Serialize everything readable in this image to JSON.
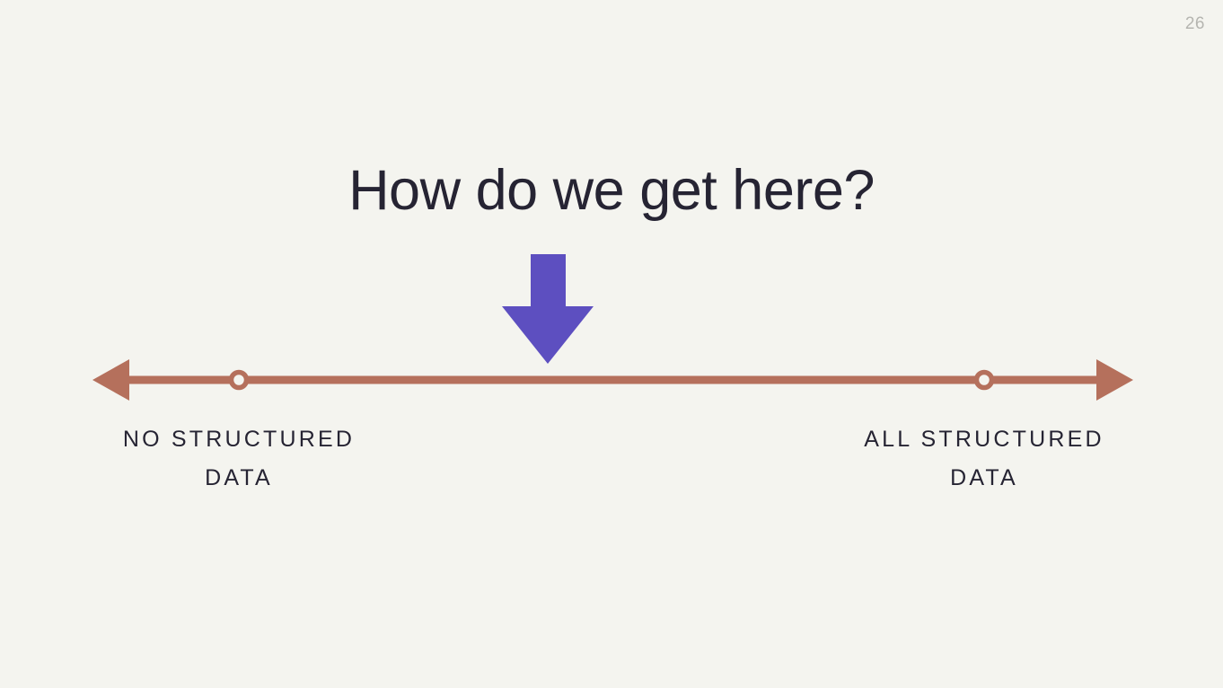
{
  "slide": {
    "page_number": "26",
    "title": "How do we get here?",
    "background_color": "#f4f4ef",
    "title_color": "#262433",
    "page_number_color": "#b5b5b0"
  },
  "spectrum": {
    "axis_color": "#b5705c",
    "marker_fill_color": "#f4f4ef",
    "pointer_color": "#5d4fc0",
    "left_end": {
      "label_line_1": "NO STRUCTURED",
      "label_line_2": "DATA"
    },
    "right_end": {
      "label_line_1": "ALL STRUCTURED",
      "label_line_2": "DATA"
    }
  }
}
